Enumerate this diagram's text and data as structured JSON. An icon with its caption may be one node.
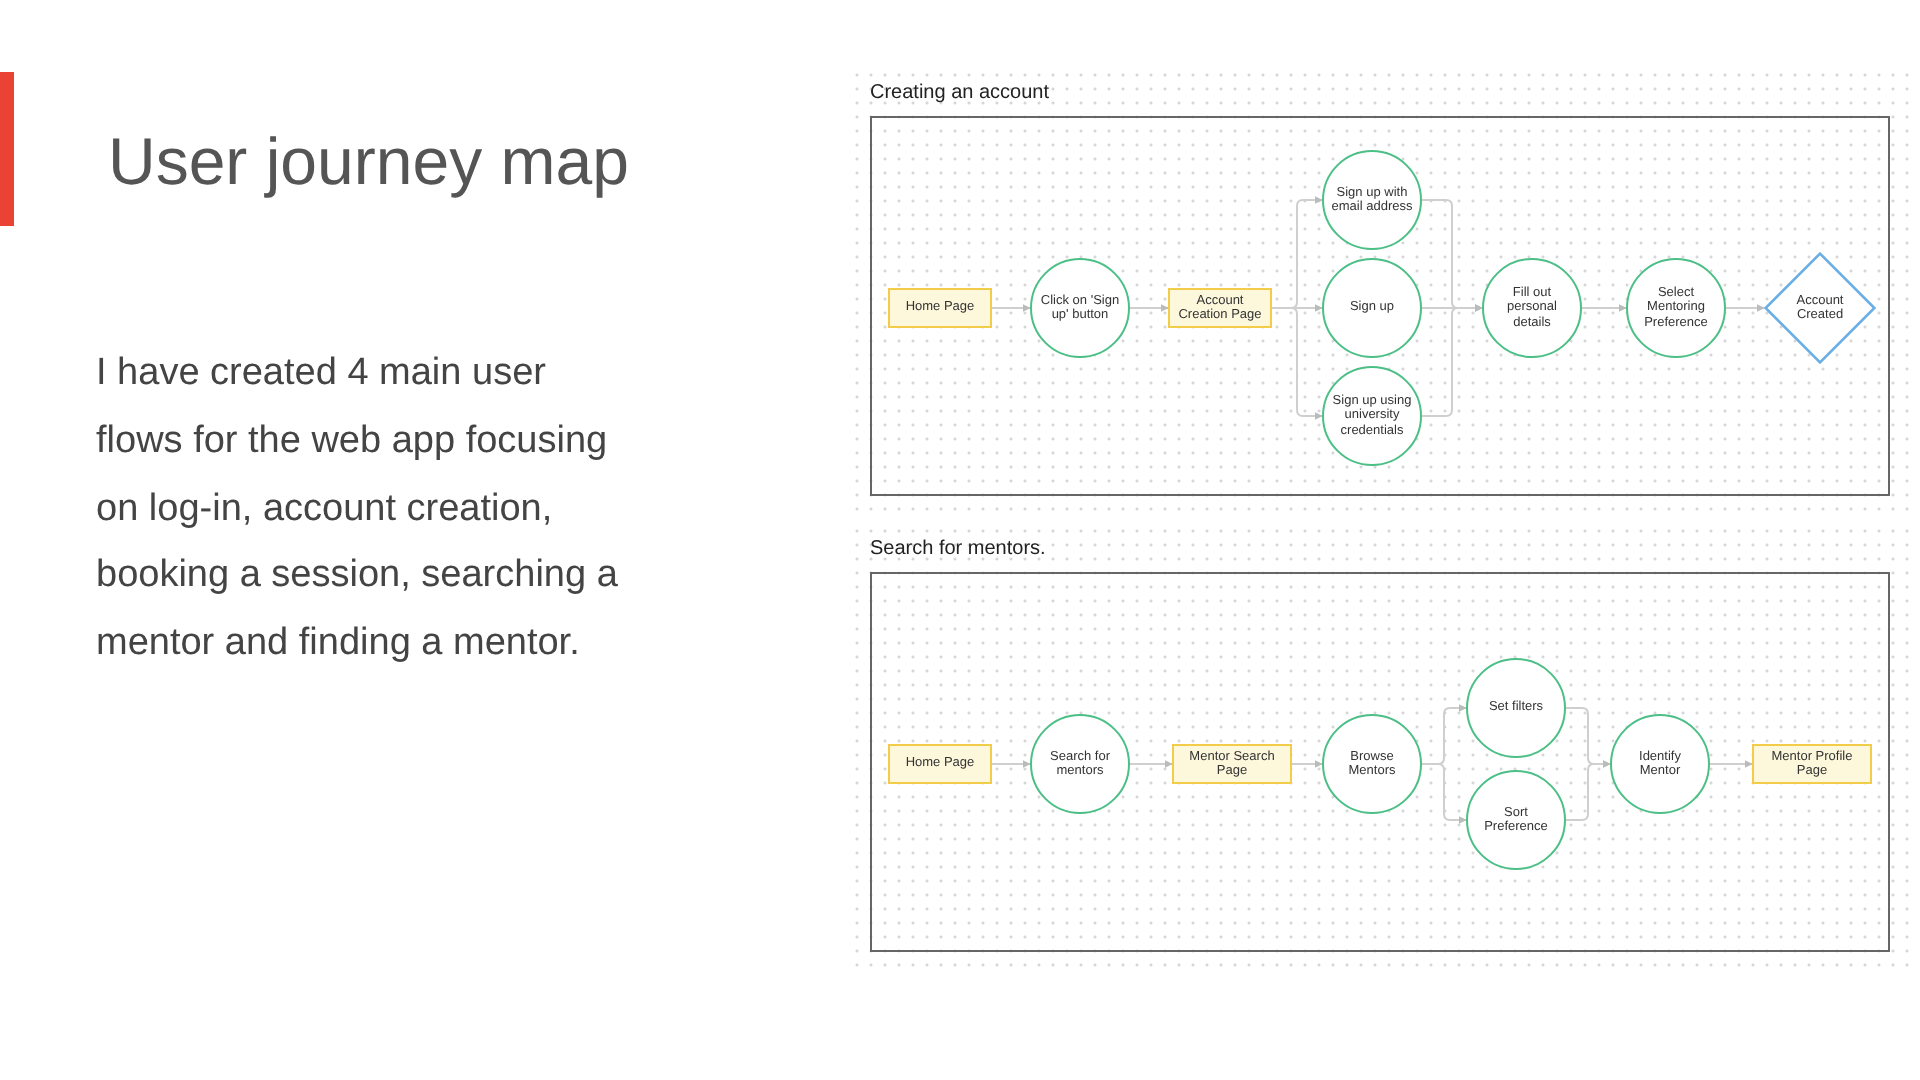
{
  "diagram": {
    "title": "User journey map",
    "nodes": [
      {
        "text": [
          "Creating an account"
        ]
      },
      {
        "text": [
          "Home Page"
        ],
        "in": 0
      },
      {
        "text": [
          "Click on 'Sign up' button"
        ],
        "in": 0
      },
      {
        "text": [
          "Account Creation Page"
        ],
        "in": 0
      },
      {
        "text": [
          "Sign up with email address"
        ],
        "in": 0
      },
      {
        "text": [
          "Sign up"
        ],
        "in": 0
      },
      {
        "text": [
          "Sign up using university credentials"
        ],
        "in": 0
      },
      {
        "text": [
          "Fill out personal details"
        ],
        "in": 0
      },
      {
        "text": [
          "Select Mentoring Preference"
        ],
        "in": 0
      },
      {
        "text": [
          "Account Created"
        ],
        "in": 0
      },
      {
        "text": [
          "Search for mentors."
        ]
      },
      {
        "text": [
          "Home Page"
        ],
        "in": 10
      },
      {
        "text": [
          "Search for mentors"
        ],
        "in": 10
      },
      {
        "text": [
          "Mentor Search Page"
        ],
        "in": 10
      },
      {
        "text": [
          "Browse Mentors"
        ],
        "in": 10
      },
      {
        "text": [
          "Set filters"
        ],
        "in": 10
      },
      {
        "text": [
          "Sort Preference"
        ],
        "in": 10
      },
      {
        "text": [
          "Identify Mentor"
        ],
        "in": 10
      },
      {
        "text": [
          "Mentor Profile Page"
        ],
        "in": 10
      }
    ],
    "edges": [
      {
        "from": 1,
        "to": 2,
        "arrow": "to"
      },
      {
        "from": 2,
        "to": 3,
        "arrow": "to"
      },
      {
        "from": 3,
        "to": 4,
        "arrow": "to"
      },
      {
        "from": 3,
        "to": 5,
        "arrow": "to"
      },
      {
        "from": 3,
        "to": 6,
        "arrow": "to"
      },
      {
        "from": 4,
        "to": 7,
        "arrow": "to"
      },
      {
        "from": 5,
        "to": 7,
        "arrow": "to"
      },
      {
        "from": 6,
        "to": 7,
        "arrow": "to"
      },
      {
        "from": 7,
        "to": 8,
        "arrow": "to"
      },
      {
        "from": 8,
        "to": 9,
        "arrow": "to"
      },
      {
        "from": 11,
        "to": 12,
        "arrow": "to"
      },
      {
        "from": 12,
        "to": 13,
        "arrow": "to"
      },
      {
        "from": 13,
        "to": 14,
        "arrow": "to"
      },
      {
        "from": 14,
        "to": 15,
        "arrow": "to"
      },
      {
        "from": 14,
        "to": 16,
        "arrow": "to"
      },
      {
        "from": 15,
        "to": 17,
        "arrow": "to"
      },
      {
        "from": 16,
        "to": 17,
        "arrow": "to"
      },
      {
        "from": 17,
        "to": 18,
        "arrow": "to"
      }
    ],
    "labels": [
      "I have created 4 main user flows for the web app focusing on log-in, account creation, booking a session, searching a mentor and finding a mentor."
    ]
  }
}
